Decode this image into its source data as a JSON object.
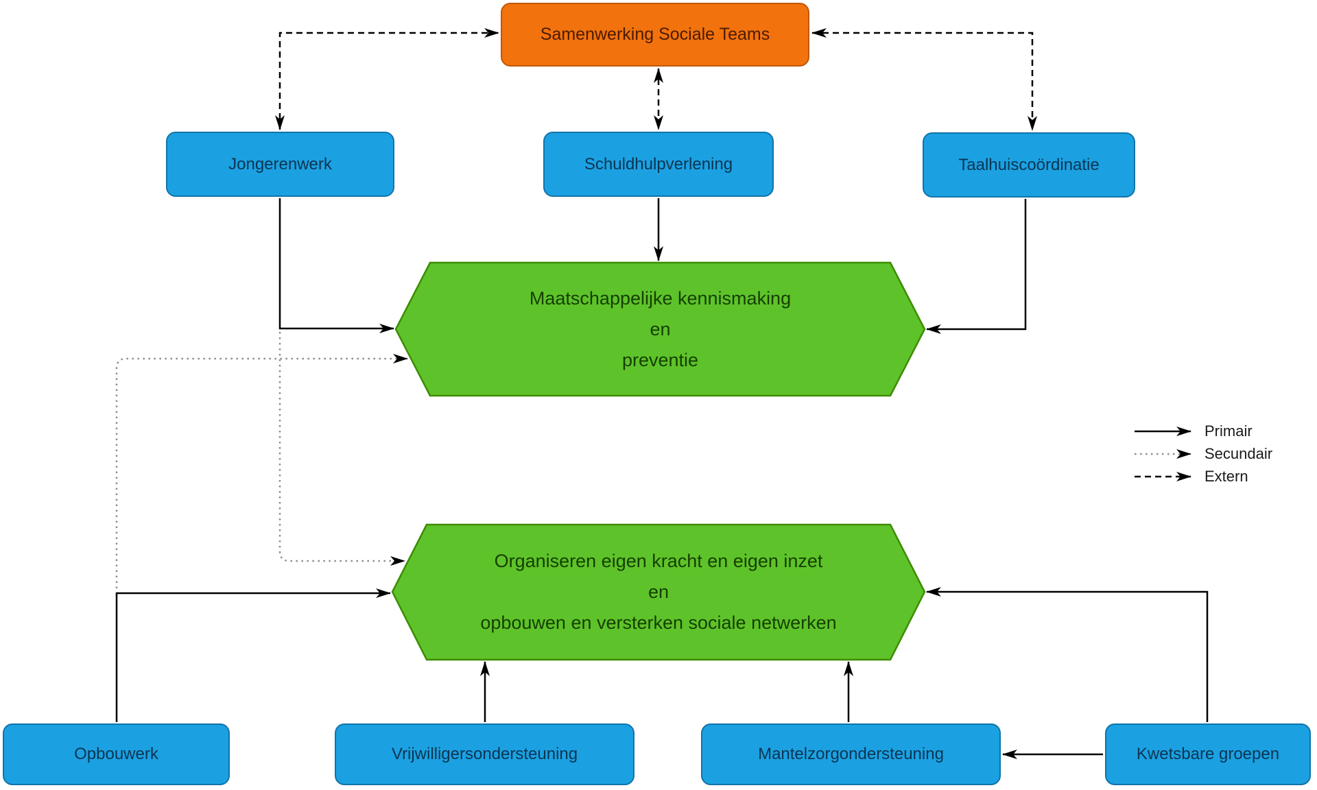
{
  "diagram": {
    "title": "Samenwerking sociale teams flowchart",
    "nodes": {
      "samenwerking": {
        "label": "Samenwerking Sociale Teams",
        "shape": "rounded-rect",
        "color": "orange"
      },
      "jongerenwerk": {
        "label": "Jongerenwerk",
        "shape": "rounded-rect",
        "color": "blue"
      },
      "schuldhulpverlening": {
        "label": "Schuldhulpverlening",
        "shape": "rounded-rect",
        "color": "blue"
      },
      "taalhuiscoordinatie": {
        "label": "Taalhuiscoördinatie",
        "shape": "rounded-rect",
        "color": "blue"
      },
      "hex_kennismaking": {
        "lines": [
          "Maatschappelijke kennismaking",
          "en",
          "preventie"
        ],
        "shape": "hexagon",
        "color": "green"
      },
      "hex_organiseren": {
        "lines": [
          "Organiseren eigen kracht en eigen inzet",
          "en",
          "opbouwen en versterken sociale netwerken"
        ],
        "shape": "hexagon",
        "color": "green"
      },
      "opbouwerk": {
        "label": "Opbouwerk",
        "shape": "rounded-rect",
        "color": "blue"
      },
      "vrijwilligersondersteuning": {
        "label": "Vrijwilligersondersteuning",
        "shape": "rounded-rect",
        "color": "blue"
      },
      "mantelzorgondersteuning": {
        "label": "Mantelzorgondersteuning",
        "shape": "rounded-rect",
        "color": "blue"
      },
      "kwetsbare_groepen": {
        "label": "Kwetsbare groepen",
        "shape": "rounded-rect",
        "color": "blue"
      }
    },
    "edges": [
      {
        "from": "jongerenwerk",
        "to": "samenwerking",
        "type": "extern",
        "bidirectional": true
      },
      {
        "from": "schuldhulpverlening",
        "to": "samenwerking",
        "type": "extern",
        "bidirectional": true
      },
      {
        "from": "taalhuiscoordinatie",
        "to": "samenwerking",
        "type": "extern",
        "bidirectional": true
      },
      {
        "from": "schuldhulpverlening",
        "to": "hex_kennismaking",
        "type": "primair"
      },
      {
        "from": "jongerenwerk",
        "to": "hex_kennismaking",
        "type": "primair"
      },
      {
        "from": "taalhuiscoordinatie",
        "to": "hex_kennismaking",
        "type": "primair"
      },
      {
        "from": "opbouwerk",
        "to": "hex_kennismaking",
        "type": "secundair"
      },
      {
        "from": "jongerenwerk",
        "to": "hex_organiseren",
        "type": "secundair"
      },
      {
        "from": "opbouwerk",
        "to": "hex_organiseren",
        "type": "primair"
      },
      {
        "from": "vrijwilligersondersteuning",
        "to": "hex_organiseren",
        "type": "primair"
      },
      {
        "from": "mantelzorgondersteuning",
        "to": "hex_organiseren",
        "type": "primair"
      },
      {
        "from": "kwetsbare_groepen",
        "to": "hex_organiseren",
        "type": "primair"
      },
      {
        "from": "kwetsbare_groepen",
        "to": "mantelzorgondersteuning",
        "type": "primair"
      }
    ],
    "legend": {
      "items": [
        {
          "style": "solid",
          "label": "Primair"
        },
        {
          "style": "dotted",
          "label": "Secundair"
        },
        {
          "style": "dashed",
          "label": "Extern"
        }
      ]
    },
    "colors": {
      "orange_fill": "#F2720D",
      "orange_border": "#C2570A",
      "blue_fill": "#1BA1E2",
      "blue_border": "#1173A8",
      "green_fill": "#5EC32A",
      "green_border": "#3C8C00",
      "line_primair": "#000000",
      "line_secundair": "#8C8C8C",
      "line_extern": "#000000",
      "background": "#FFFFFF"
    }
  }
}
